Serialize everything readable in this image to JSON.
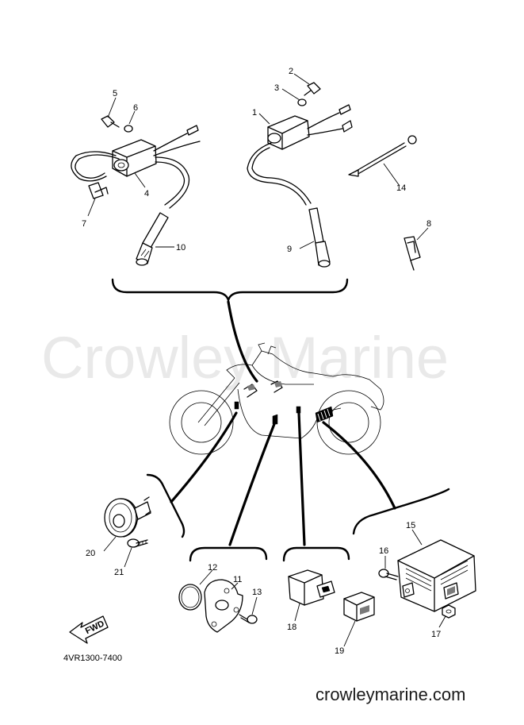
{
  "watermark": "Crowley Marine",
  "site": "crowleymarine.com",
  "diagram_code": "4VR1300-7400",
  "fwd_label": "FWD",
  "callouts": {
    "c1": "1",
    "c2": "2",
    "c3": "3",
    "c4": "4",
    "c5": "5",
    "c6": "6",
    "c7": "7",
    "c8": "8",
    "c9": "9",
    "c10": "10",
    "c11": "11",
    "c12": "12",
    "c13": "13",
    "c14": "14",
    "c15": "15",
    "c16": "16",
    "c17": "17",
    "c18": "18",
    "c19": "19",
    "c20": "20",
    "c21": "21"
  }
}
